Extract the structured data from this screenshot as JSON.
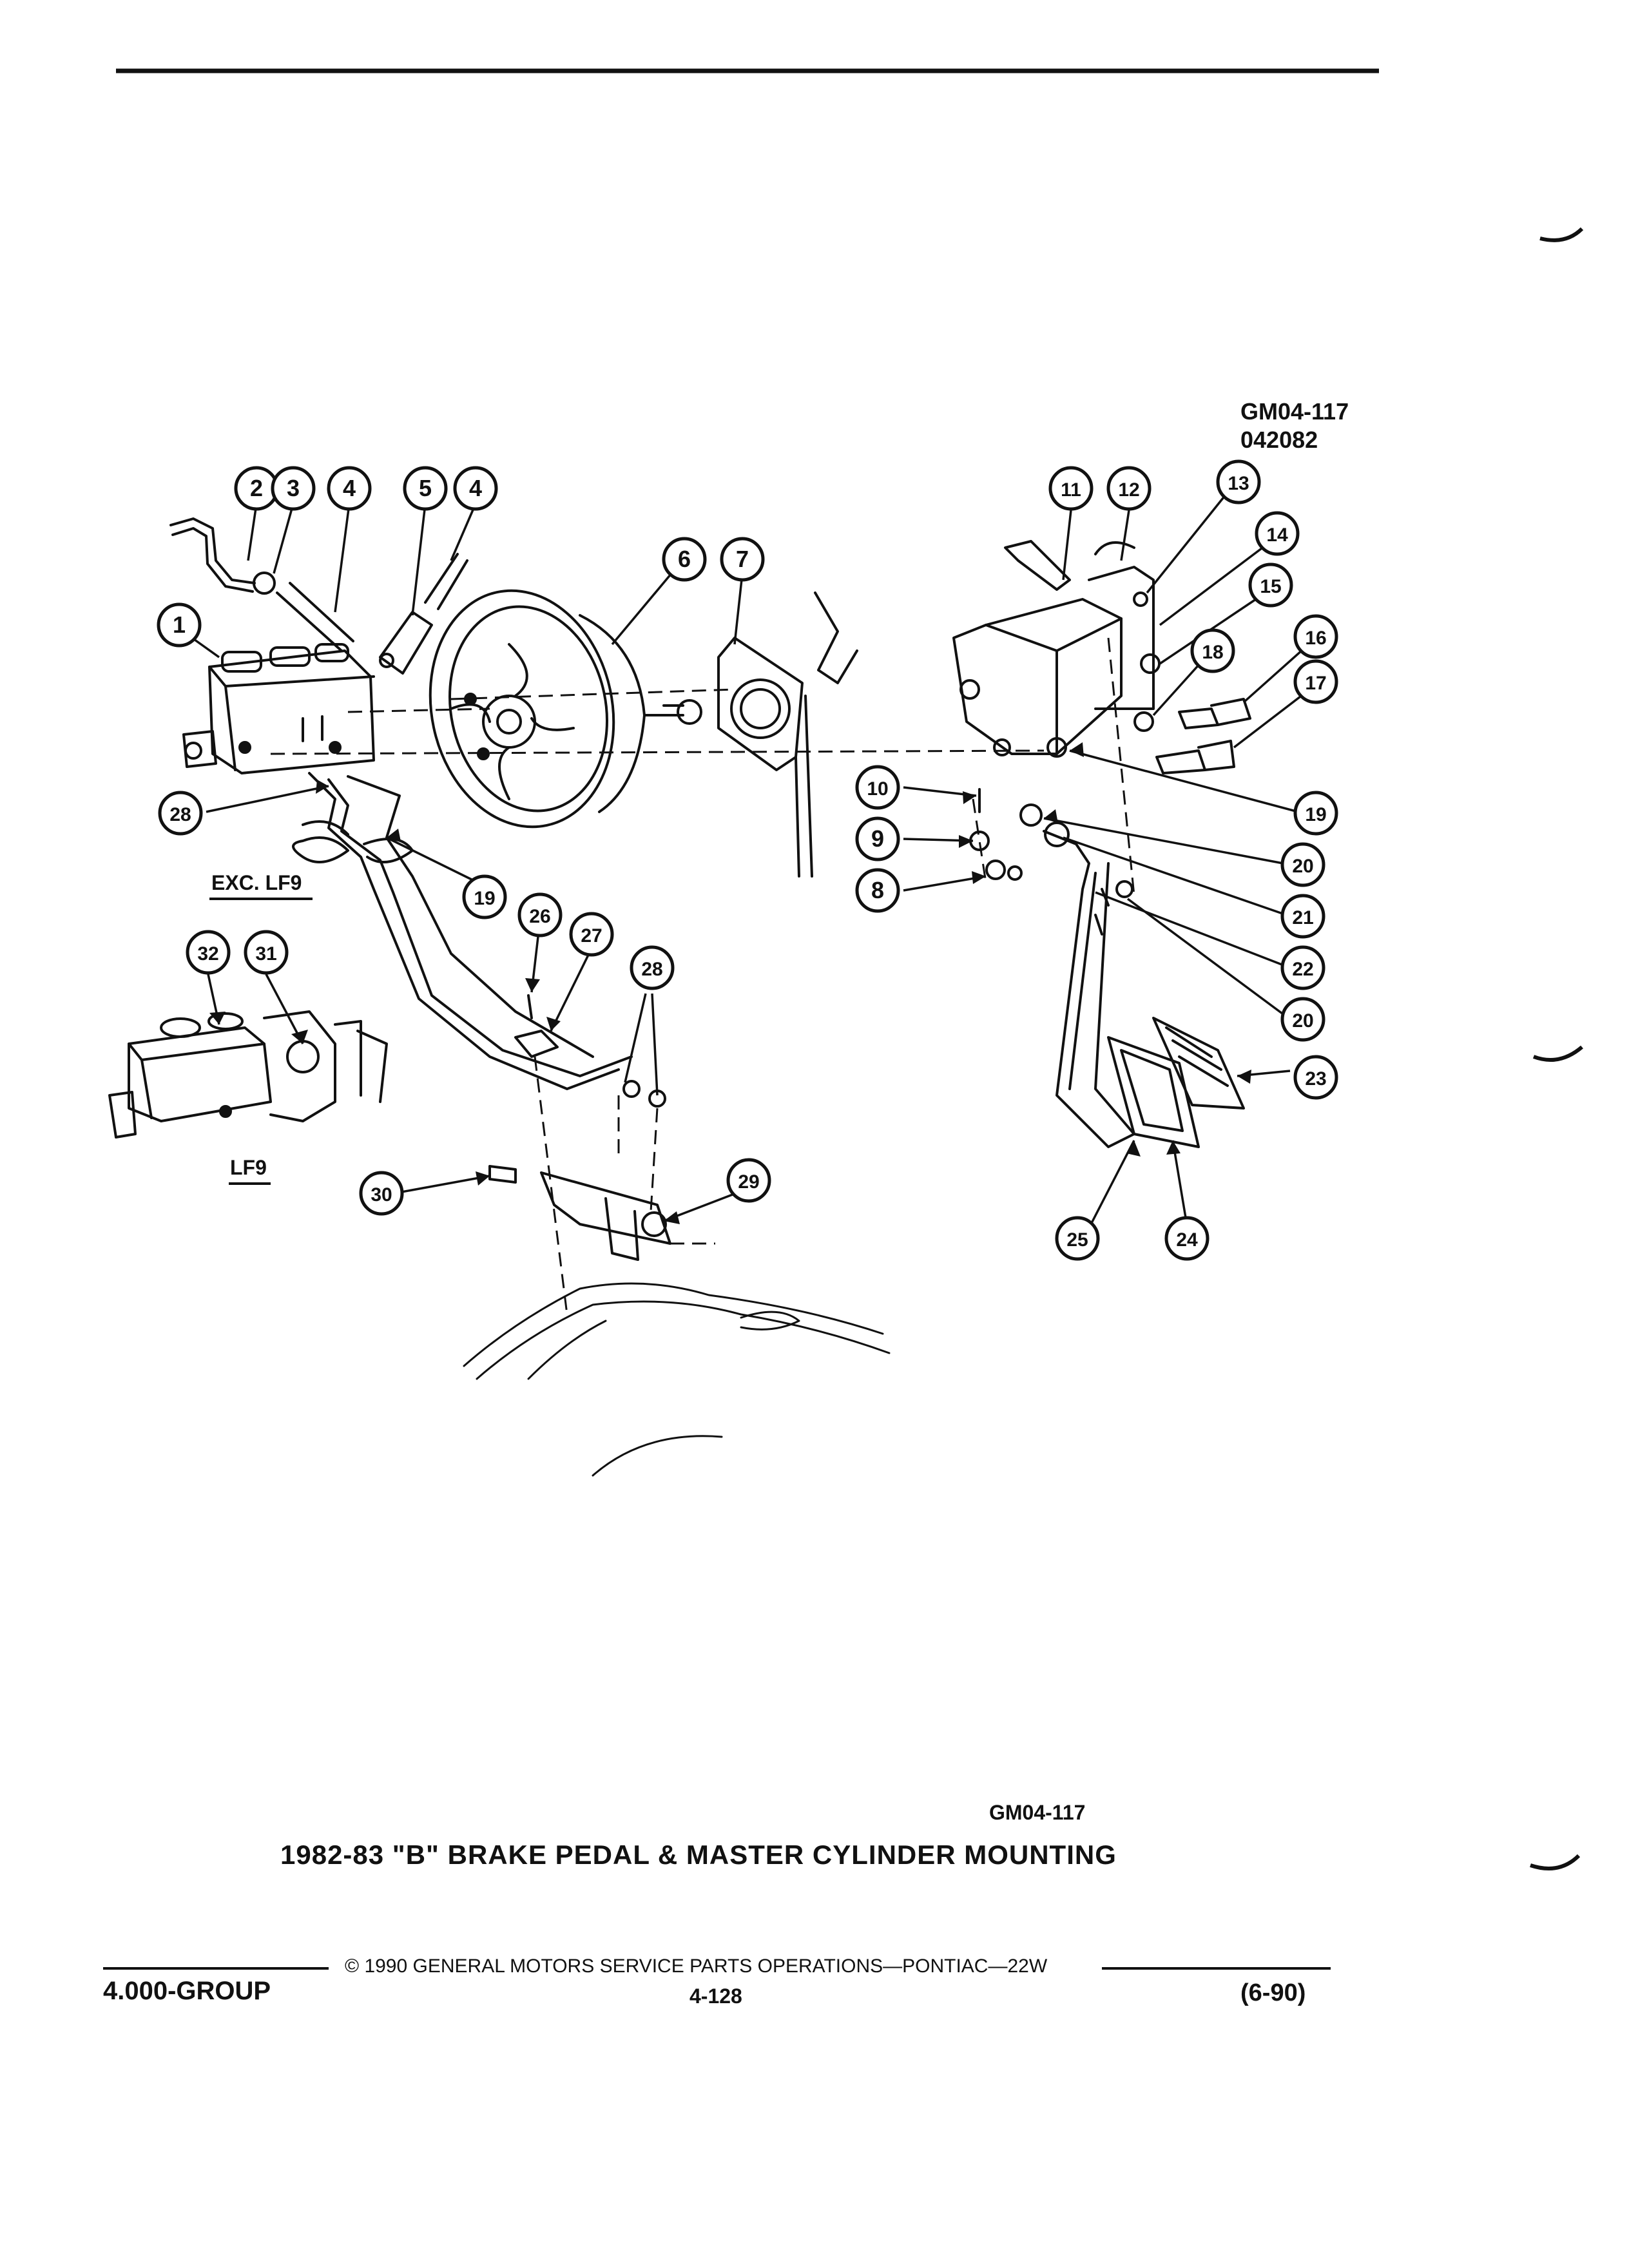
{
  "header": {
    "figure_code": "GM04-117",
    "figure_date": "042082"
  },
  "callouts": [
    "1",
    "2",
    "3",
    "4",
    "5",
    "4",
    "6",
    "7",
    "8",
    "9",
    "10",
    "11",
    "12",
    "13",
    "14",
    "15",
    "16",
    "17",
    "18",
    "19",
    "19",
    "20",
    "20",
    "21",
    "22",
    "23",
    "24",
    "25",
    "26",
    "27",
    "28",
    "28",
    "29",
    "30",
    "31",
    "32"
  ],
  "labels": {
    "exc_lf9": "EXC. LF9",
    "lf9": "LF9"
  },
  "caption": {
    "code": "GM04-117",
    "title": "1982-83 \"B\" BRAKE PEDAL & MASTER CYLINDER MOUNTING"
  },
  "footer": {
    "copyright": "© 1990 GENERAL MOTORS SERVICE PARTS OPERATIONS—PONTIAC—22W",
    "group": "4.000-GROUP",
    "page": "4-128",
    "revision": "(6-90)"
  }
}
